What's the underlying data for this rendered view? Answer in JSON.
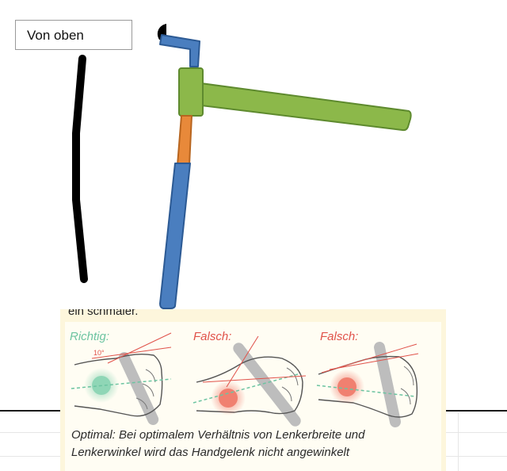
{
  "label": {
    "text": "Von oben"
  },
  "illustration": {
    "cut_text": "ein schmaler.",
    "panels": [
      {
        "label": "Richtig:",
        "status": "correct"
      },
      {
        "label": "Falsch:",
        "status": "wrong"
      },
      {
        "label": "Falsch:",
        "status": "wrong"
      }
    ],
    "angle_mark": "10°",
    "caption_line1": "Optimal: Bei optimalem Verhältnis von Lenkerbreite und",
    "caption_line2": "Lenkerwinkel wird das Handgelenk nicht angewinkelt"
  },
  "colors": {
    "arm_blue": "#4a7ebf",
    "joint_orange": "#e8893a",
    "grip_green": "#8cb84a",
    "correct_green": "#6cc4a1",
    "wrong_red": "#e0524a",
    "clip_background": "#fdf6dc"
  }
}
